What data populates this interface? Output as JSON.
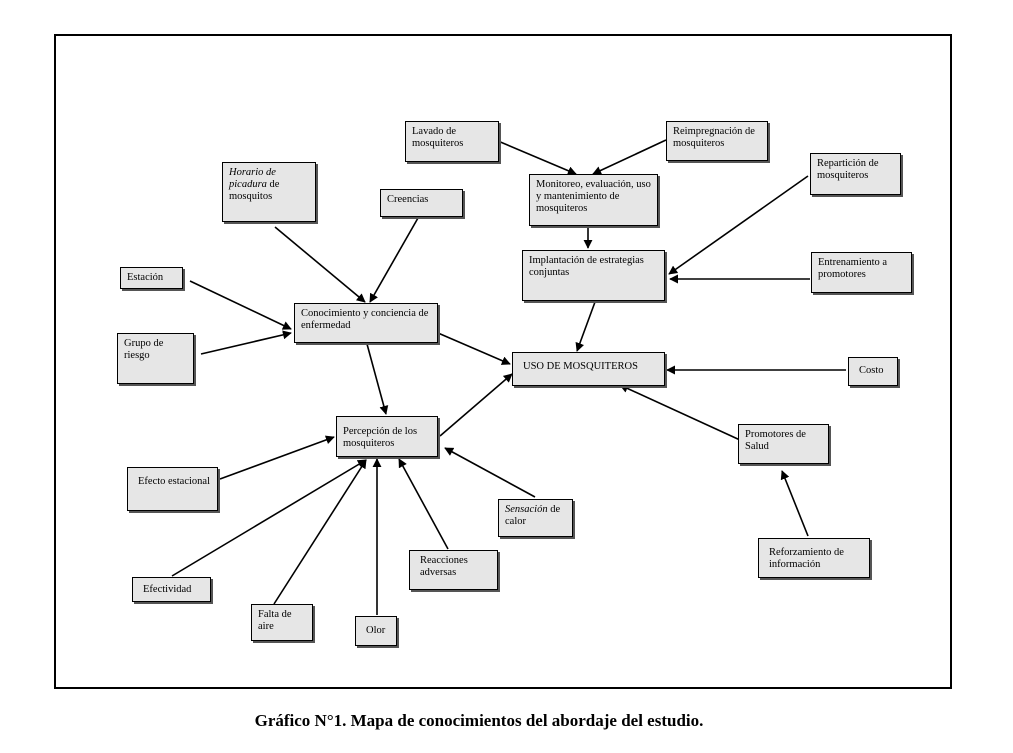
{
  "nodes": {
    "lavado": "Lavado de mosquiteros",
    "reimpregnacion": "Reimpregnación de mosquiteros",
    "monitoreo": "Monitoreo, evaluación, uso y mantenimiento de mosquiteros",
    "reparticion": "Repartición de mosquiteros",
    "horario_italic": "Horario de picadura",
    "horario_rest": " de mosquitos",
    "creencias": "Creencias",
    "implantacion": "Implantación de estrategias conjuntas",
    "estacion": "Estación",
    "entrenamiento": "Entrenamiento a promotores",
    "conocimiento": "Conocimiento y conciencia de enfermedad",
    "grupo": "Grupo de riesgo",
    "uso": "USO DE MOSQUITEROS",
    "costo": "Costo",
    "percepcion": "Percepción de los mosquiteros",
    "promotores": "Promotores de Salud",
    "efecto": "Efecto estacional",
    "sensacion_italic": "Sensación",
    "sensacion_rest": " de calor",
    "reforzamiento": "Reforzamiento de información",
    "efectividad": "Efectividad",
    "reacciones": "Reacciones adversas",
    "falta": "Falta de aire",
    "olor": "Olor"
  },
  "caption": "Gráfico N°1. Mapa de conocimientos del abordaje del estudio."
}
